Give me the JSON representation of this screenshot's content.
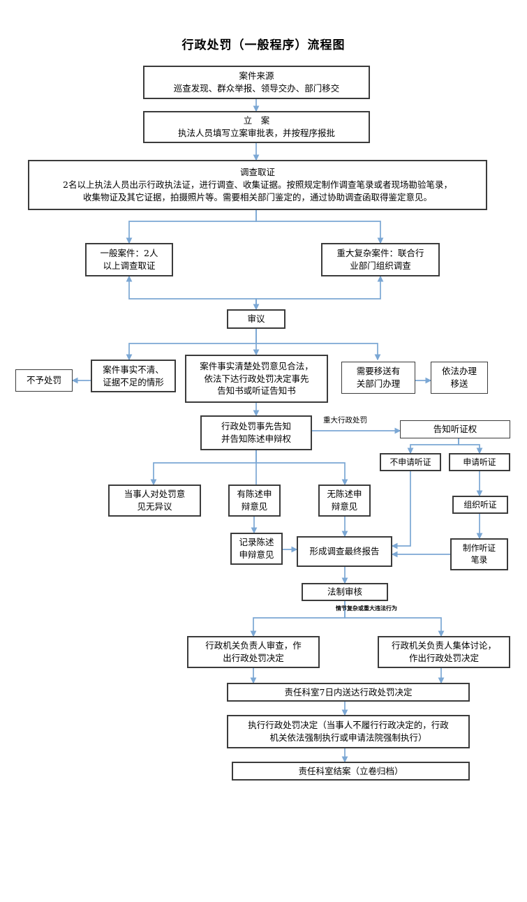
{
  "document": {
    "title": "行政处罚（一般程序）流程图",
    "language": "zh-CN"
  },
  "theme": {
    "box_border": "#3b3b3b",
    "box_fill": "#ffffff",
    "connector": "#7ba7d4",
    "text": "#000000",
    "background": "#ffffff"
  },
  "nodes": {
    "case_source": {
      "header": "案件来源",
      "body": "巡查发现、群众举报、领导交办、部门移交"
    },
    "filing": {
      "header": "立　案",
      "body": "执法人员填写立案审批表，并按程序报批"
    },
    "investigation": {
      "header": "调查取证",
      "body": "2名以上执法人员出示行政执法证，进行调查、收集证据。按照规定制作调查笔录或者现场勘验笔录，\n收集物证及其它证据，拍摄照片等。需要相关部门鉴定的，通过协助调查函取得鉴定意见。"
    },
    "general_case": {
      "text": "一般案件：2人\n以上调查取证"
    },
    "major_case": {
      "text": "重大复杂案件：联合行\n业部门组织调查"
    },
    "deliberation": {
      "text": "审议"
    },
    "no_penalty": {
      "text": "不予处罚"
    },
    "facts_unclear": {
      "text": "案件事实不清、\n证据不足的情形"
    },
    "facts_clear": {
      "text": "案件事实清楚处罚意见合法，\n依法下达行政处罚决定事先\n告知书或听证告知书"
    },
    "transfer_needed": {
      "text": "需要移送有\n关部门办理"
    },
    "transfer_handle": {
      "text": "依法办理\n移送"
    },
    "prior_notice": {
      "text": "行政处罚事先告知\n并告知陈述申辩权"
    },
    "hearing_right": {
      "text": "告知听证权"
    },
    "no_hearing_request": {
      "text": "不申请听证"
    },
    "hearing_request": {
      "text": "申请听证"
    },
    "organize_hearing": {
      "text": "组织听证"
    },
    "hearing_record": {
      "text": "制作听证\n笔录"
    },
    "no_objection": {
      "text": "当事人对处罚意\n见无异议"
    },
    "has_statement": {
      "text": "有陈述申\n辩意见"
    },
    "no_statement": {
      "text": "无陈述申\n辩意见"
    },
    "record_statement": {
      "text": "记录陈述\n申辩意见"
    },
    "final_report": {
      "text": "形成调查最终报告"
    },
    "legal_review": {
      "text": "法制审核"
    },
    "head_review": {
      "text": "行政机关负责人审查，作\n出行政处罚决定"
    },
    "collective_discussion": {
      "text": "行政机关负责人集体讨论，\n作出行政处罚决定"
    },
    "deliver_decision": {
      "text": "责任科室7日内送达行政处罚决定"
    },
    "execute_decision": {
      "text": "执行行政处罚决定（当事人不履行行政决定的，行政\n机关依法强制执行或申请法院强制执行）"
    },
    "close_case": {
      "text": "责任科室结案（立卷归档）"
    }
  },
  "edge_labels": {
    "major_penalty": "重大行政处罚",
    "complex_or_major_violation": "情节复杂或重大违法行为"
  }
}
